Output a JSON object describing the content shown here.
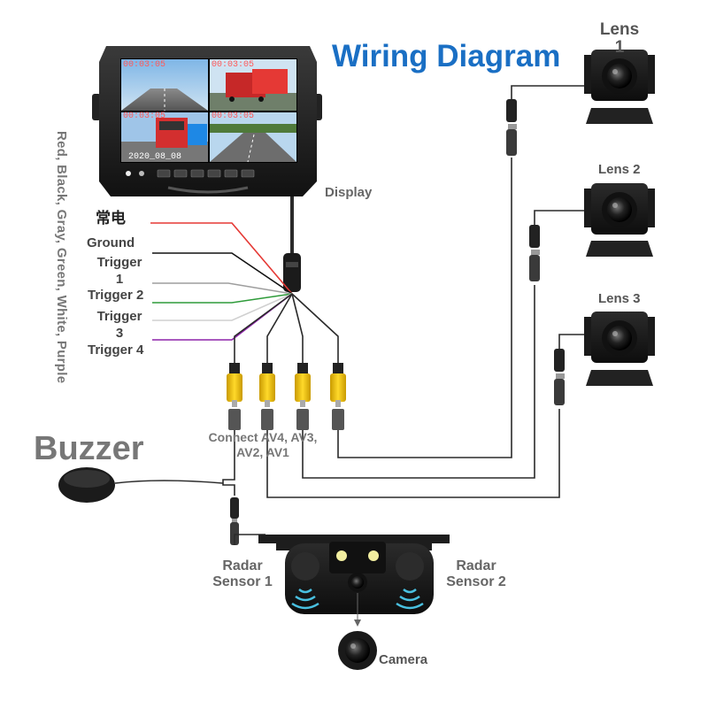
{
  "title": "Wiring Diagram",
  "display_label": "Display",
  "lenses": [
    "Lens 1",
    "Lens 2",
    "Lens 3"
  ],
  "buzzer_label": "Buzzer",
  "connect_label": "Connect AV4, AV3, AV2, AV1",
  "radar_sensor_1": "Radar Sensor 1",
  "radar_sensor_2": "Radar Sensor 2",
  "camera_label": "Camera",
  "wire_colors_label": "Red, Black, Gray, Green, White, Purple",
  "wires": [
    {
      "label": "常电",
      "color": "#e53935"
    },
    {
      "label": "Ground",
      "color": "#111111"
    },
    {
      "label": "Trigger 1",
      "color": "#9e9e9e"
    },
    {
      "label": "Trigger 2",
      "color": "#2e9b3a"
    },
    {
      "label": "Trigger 3",
      "color": "#d0d0d0"
    },
    {
      "label": "Trigger 4",
      "color": "#8e24aa"
    }
  ],
  "monitor_screen": {
    "timestamps": [
      "00:03:05",
      "00:03:05",
      "00:03:05",
      "00:03:05"
    ],
    "date": "2020_08_08"
  },
  "colors": {
    "title": "#1a6fc4",
    "rca_yellow": "#f2c400",
    "cable": "#2a2a2a"
  }
}
